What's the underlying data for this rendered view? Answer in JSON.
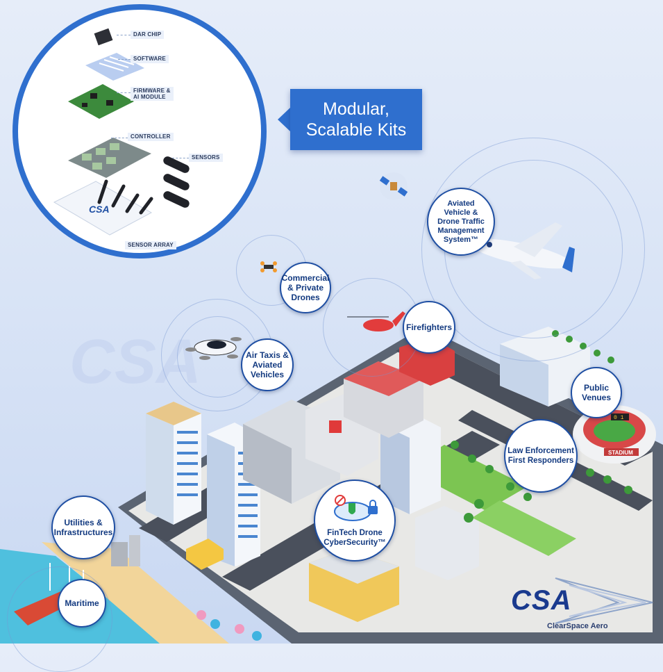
{
  "kit": {
    "labels": {
      "dar_chip": "DAR CHIP",
      "software": "SOFTWARE",
      "firmware_1": "FIRMWARE &",
      "firmware_2": "AI MODULE",
      "controller": "CONTROLLER",
      "sensors": "SENSORS",
      "sensor_array": "SENSOR ARRAY"
    },
    "device_logo": "CSA"
  },
  "callout": {
    "line1": "Modular,",
    "line2": "Scalable Kits"
  },
  "bubbles": {
    "atm": {
      "l1": "Aviated",
      "l2": "Vehicle &",
      "l3": "Drone Traffic",
      "l4": "Management",
      "l5": "System™"
    },
    "drones": {
      "l1": "Commercial",
      "l2": "& Private",
      "l3": "Drones"
    },
    "fire": {
      "l1": "Firefighters"
    },
    "taxis": {
      "l1": "Air Taxis &",
      "l2": "Aviated",
      "l3": "Vehicles"
    },
    "venues": {
      "l1": "Public",
      "l2": "Venues"
    },
    "law": {
      "l1": "Law Enforcement",
      "l2": "First Responders"
    },
    "fintech": {
      "l1": "FinTech Drone",
      "l2": "CyberSecurity™"
    },
    "utilities": {
      "l1": "Utilities &",
      "l2": "Infrastructures"
    },
    "maritime": {
      "l1": "Maritime"
    }
  },
  "city": {
    "stadium_sign": "STADIUM",
    "score": "0 1"
  },
  "brand": {
    "logo": "CSA",
    "name": "ClearSpace Aero",
    "watermark": "CSA"
  },
  "colors": {
    "primary": "#2f6fce",
    "bubble_border": "#1f4fa3",
    "text": "#133a80"
  }
}
